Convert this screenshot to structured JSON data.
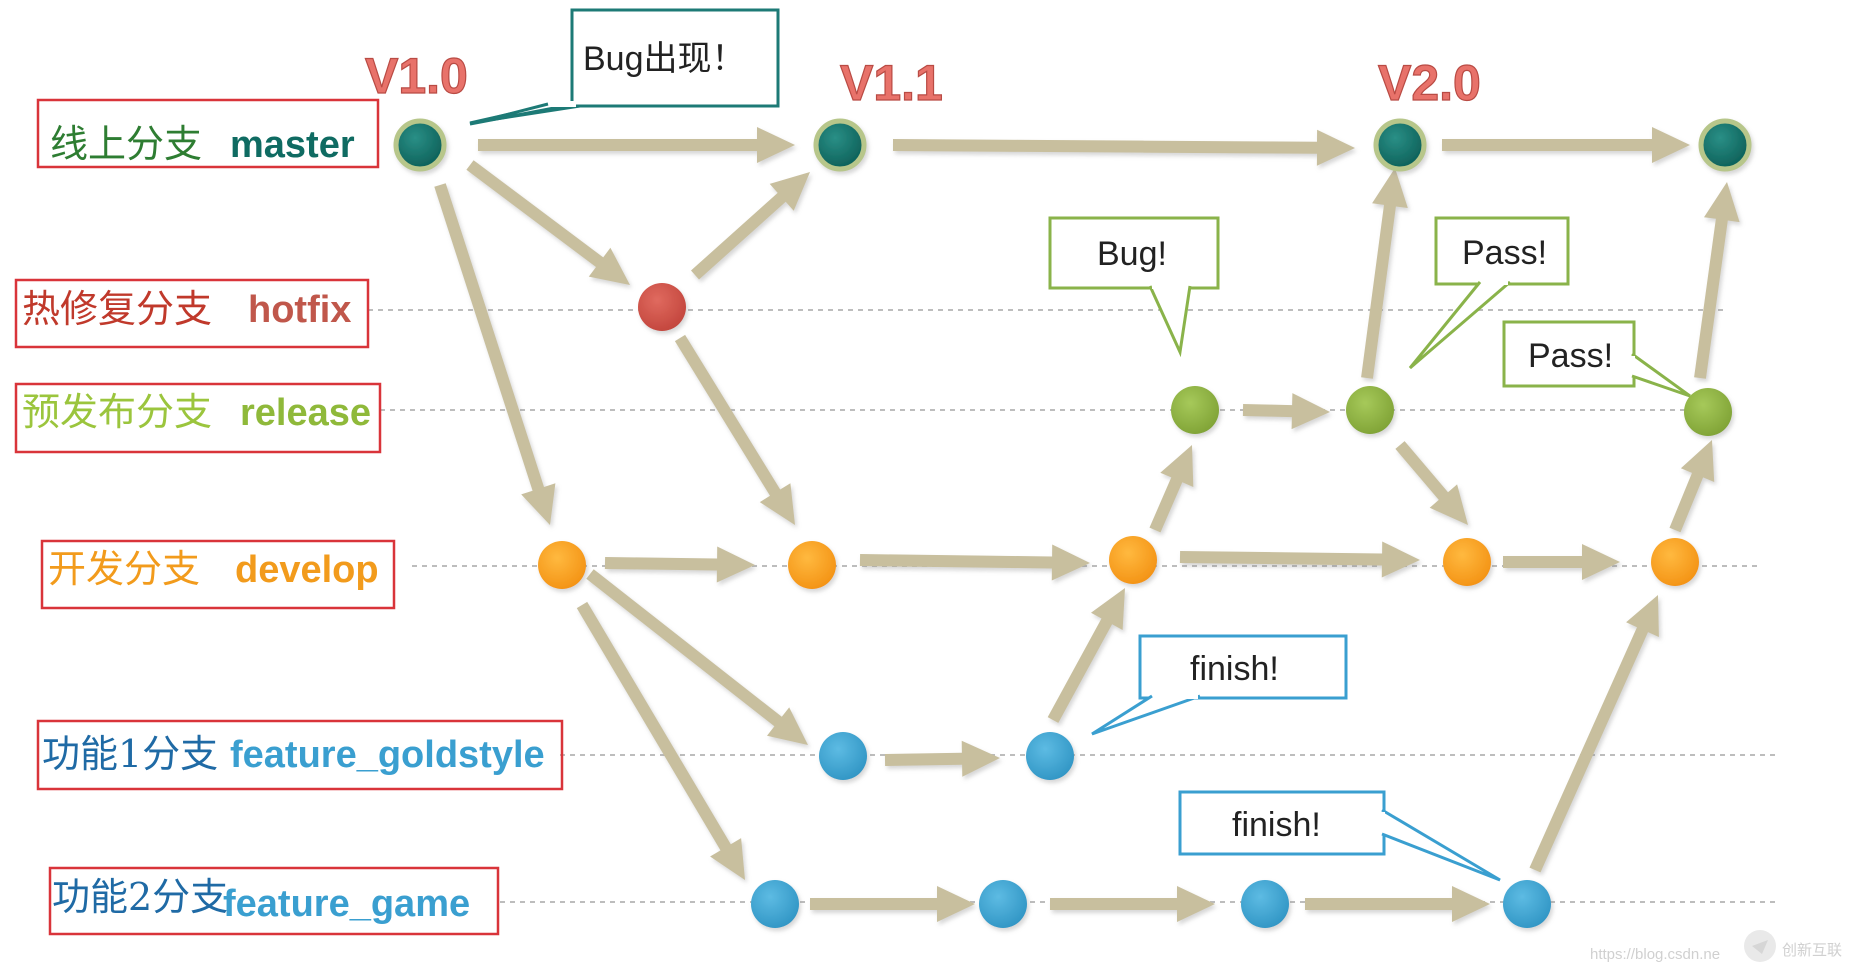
{
  "branches": [
    {
      "zh": "线上分支",
      "en": "master",
      "zh_color": "#2e7d32",
      "en_color": "#0f6b62"
    },
    {
      "zh": "热修复分支",
      "en": "hotfix",
      "zh_color": "#c0392b",
      "en_color": "#c0574b"
    },
    {
      "zh": "预发布分支",
      "en": "release",
      "zh_color": "#9bc53d",
      "en_color": "#8fb93a"
    },
    {
      "zh": "开发分支",
      "en": "develop",
      "zh_color": "#f29b1c",
      "en_color": "#f29b1c"
    },
    {
      "zh": "功能1分支",
      "en": "feature_goldstyle",
      "zh_color": "#1f6aa5",
      "en_color": "#3a9fd0"
    },
    {
      "zh": "功能2分支",
      "en": "feature_game",
      "zh_color": "#1f6aa5",
      "en_color": "#3a9fd0"
    }
  ],
  "versions": [
    "V1.0",
    "V1.1",
    "V2.0"
  ],
  "callouts": {
    "bug_appear": "Bug出现！",
    "bug": "Bug!",
    "pass1": "Pass!",
    "pass2": "Pass!",
    "finish1": "finish!",
    "finish2": "finish!"
  },
  "colors": {
    "master_node": "#0d6b63",
    "hotfix_node": "#d0544a",
    "release_node": "#8fb33d",
    "develop_node": "#f7a21b",
    "feature_node": "#41a7d3",
    "arrow": "#c8bf9e",
    "label_border": "#d9343a",
    "callout_teal": "#1d7a76",
    "callout_green": "#8ab34a",
    "callout_blue": "#3a9fd0"
  },
  "watermark": {
    "url": "https://blog.csdn.ne",
    "brand": "创新互联"
  }
}
